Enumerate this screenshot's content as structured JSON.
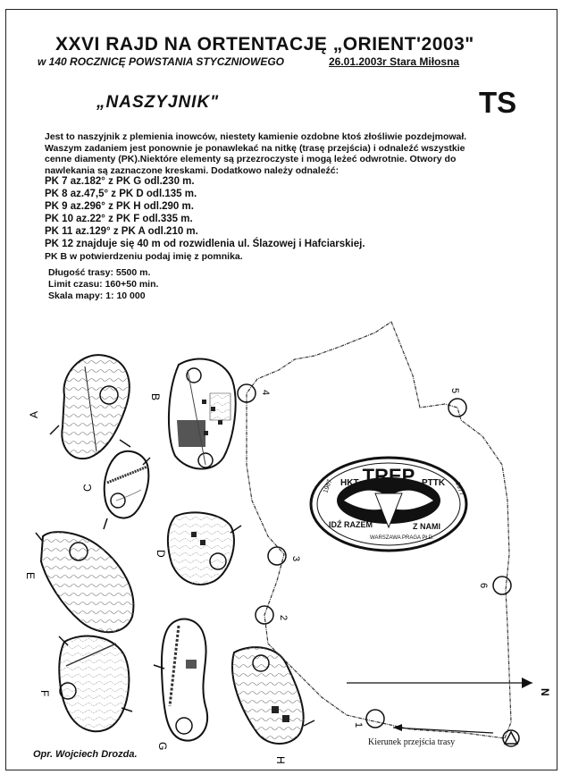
{
  "header": {
    "title": "XXVI RAJD NA ORTENTACJĘ „ORIENT'2003\"",
    "subtitle": "w 140 ROCZNICĘ POWSTANIA STYCZNIOWEGO",
    "date_place": "26.01.2003r Stara Miłosna"
  },
  "puzzle_title": "„NASZYJNIK\"",
  "category": "TS",
  "description": [
    "Jest to naszyjnik z plemienia inowców, niestety kamienie ozdobne ktoś złośliwie pozdejmował.",
    "Waszym zadaniem jest ponownie je ponawlekać na nitkę (trasę przejścia) i odnaleźć wszystkie",
    "cenne diamenty (PK).Niektóre elementy są przezroczyste i mogą leżeć odwrotnie. Otwory do",
    "nawlekania są zaznaczone kreskami. Dodatkowo należy odnaleźć:"
  ],
  "checkpoints": [
    "PK 7 az.182° z PK G  odl.230 m.",
    "PK 8 az.47,5° z PK D  odl.135 m.",
    "PK 9 az.296° z PK H  odl.290 m.",
    "PK 10 az.22° z PK F  odl.335 m.",
    "PK 11 az.129° z PK A  odl.210 m.",
    "PK 12 znajduje się 40 m od rozwidlenia ul. Ślazowej i Hafciarskiej."
  ],
  "extra_note": "PK B w potwierdzeniu podaj imię z pomnika.",
  "params": [
    "Długość trasy: 5500 m.",
    "Limit czasu: 160+50 min.",
    "Skala mapy: 1: 10 000"
  ],
  "fragment_labels": [
    "A",
    "B",
    "C",
    "D",
    "E",
    "F",
    "G",
    "H"
  ],
  "route_points": [
    "1",
    "2",
    "3",
    "4",
    "5",
    "6"
  ],
  "logo": {
    "main": "TREP",
    "left": "HKT",
    "right": "PTTK",
    "bottom_left": "IDŹ RAZEM",
    "bottom_center": "WARSZAWA PRAGA PŁD.",
    "bottom_right": "Z NAMI",
    "year_left": "1967",
    "year_right": "1977"
  },
  "north_label": "N",
  "direction_label": "Kierunek przejścia trasy",
  "author": "Opr. Wojciech Drozda."
}
